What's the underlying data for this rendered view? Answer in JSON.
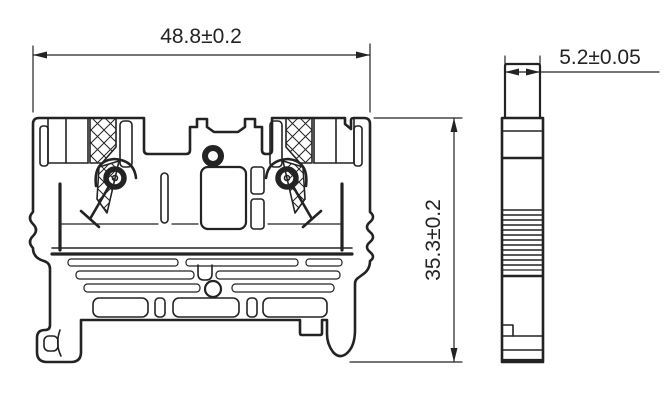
{
  "drawing": {
    "kind": "terminal-block-dimension-drawing",
    "dim_width": "48.8±0.2",
    "dim_height": "35.3±0.2",
    "dim_thickness": "5.2±0.05",
    "colors": {
      "line": "#232323",
      "background": "#ffffff"
    }
  }
}
